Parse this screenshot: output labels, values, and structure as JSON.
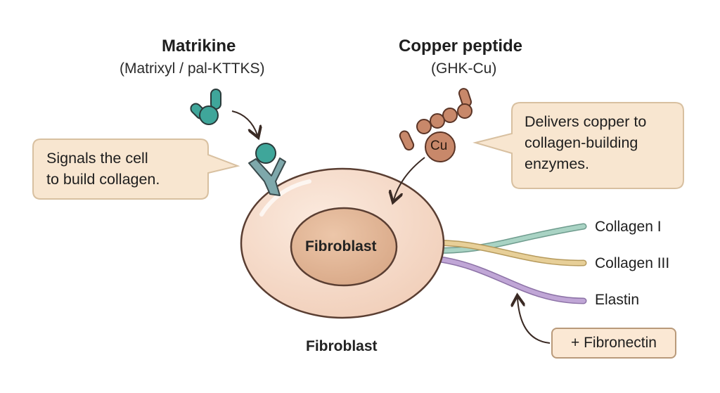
{
  "matrikine": {
    "title": "Matrikine",
    "subtitle": "(Matrixyl / pal-KTTKS)",
    "callout": [
      "Signals the cell",
      "to build collagen."
    ]
  },
  "copper": {
    "title": "Copper peptide",
    "subtitle": "(GHK-Cu)",
    "symbol": "Cu",
    "callout": [
      "Delivers copper to",
      "collagen-building",
      "enzymes."
    ]
  },
  "cell": {
    "nucleus_label": "Fibroblast",
    "label": "Fibroblast"
  },
  "strands": [
    {
      "label": "Collagen I",
      "color": "#a9d3c4"
    },
    {
      "label": "Collagen III",
      "color": "#e7cf98"
    },
    {
      "label": "Elastin",
      "color": "#c0a6d6"
    }
  ],
  "fibronectin_tag": "+ Fibronectin",
  "colors": {
    "teal": "#3fa69a",
    "receptor": "#7ea8ab",
    "copper_bead": "#c8886a",
    "cell_fill": "#f6dccb",
    "nucleus_fill": "#e3b89b",
    "callout_fill": "#f8e6d0",
    "callout_border": "#d8c0a0"
  }
}
